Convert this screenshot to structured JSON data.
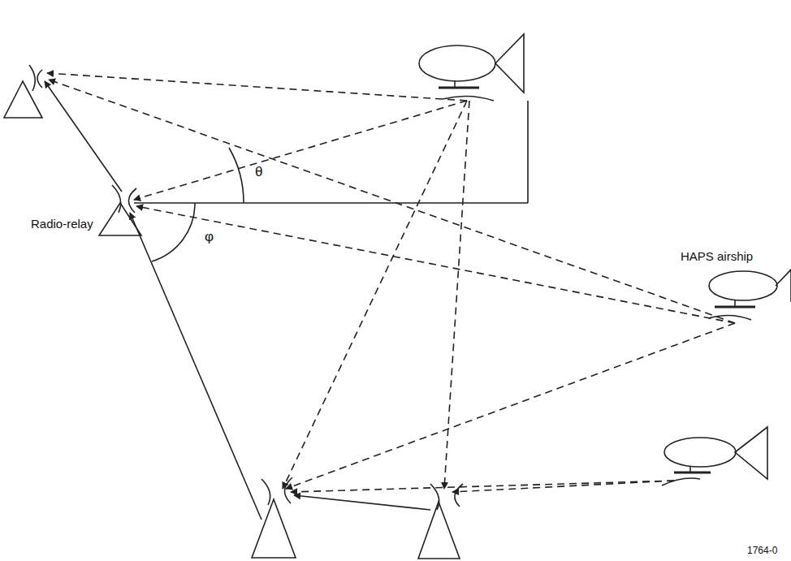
{
  "diagram": {
    "labels": [
      "HAPS airship",
      "θ",
      "φ",
      "Radio-relay",
      "1764-0"
    ]
  }
}
